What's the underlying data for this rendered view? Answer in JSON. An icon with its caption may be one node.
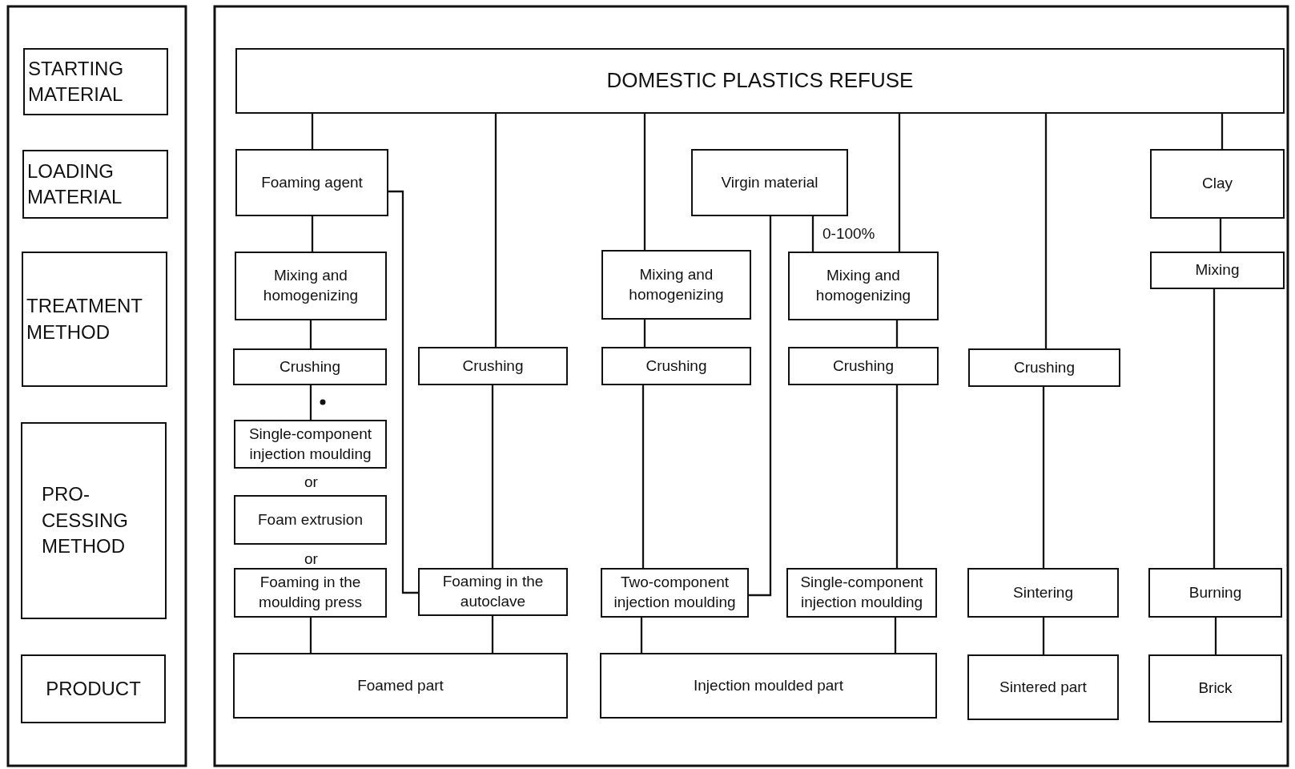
{
  "diagram": {
    "nodes": [
      {
        "text": [
          "STARTING MATERIAL"
        ]
      },
      {
        "text": [
          "LOADING MATERIAL"
        ]
      },
      {
        "text": [
          "TREATMENT METHOD"
        ]
      },
      {
        "text": [
          "PRO- CESSING METHOD"
        ]
      },
      {
        "text": [
          "PRODUCT"
        ]
      },
      {
        "text": [
          "DOMESTIC PLASTICS REFUSE"
        ]
      },
      {
        "text": [
          "Foaming agent"
        ]
      },
      {
        "text": [
          "Virgin material"
        ]
      },
      {
        "text": [
          "Clay"
        ]
      },
      {
        "text": [
          "Mixing and homogenizing"
        ]
      },
      {
        "text": [
          "Mixing and homogenizing"
        ]
      },
      {
        "text": [
          "Mixing and homogenizing"
        ]
      },
      {
        "text": [
          "Mixing"
        ]
      },
      {
        "text": [
          "Crushing"
        ]
      },
      {
        "text": [
          "Crushing"
        ]
      },
      {
        "text": [
          "Crushing"
        ]
      },
      {
        "text": [
          "Crushing"
        ]
      },
      {
        "text": [
          "Crushing"
        ]
      },
      {
        "text": [
          "Single-component injection moulding"
        ]
      },
      {
        "text": [
          "Foam extrusion"
        ]
      },
      {
        "text": [
          "Foaming in the moulding press"
        ]
      },
      {
        "text": [
          "Foaming in the autoclave"
        ]
      },
      {
        "text": [
          "Two-component injection moulding"
        ]
      },
      {
        "text": [
          "Single-component injection moulding"
        ]
      },
      {
        "text": [
          "Sintering"
        ]
      },
      {
        "text": [
          "Burning"
        ]
      },
      {
        "text": [
          "Foamed part"
        ]
      },
      {
        "text": [
          "Injection moulded part"
        ]
      },
      {
        "text": [
          "Sintered part"
        ]
      },
      {
        "text": [
          "Brick"
        ]
      }
    ],
    "edges": [
      {
        "from": 5,
        "to": 6,
        "arrow": "none"
      },
      {
        "from": 6,
        "to": 9,
        "arrow": "none"
      },
      {
        "from": 9,
        "to": 13,
        "arrow": "none"
      },
      {
        "from": 13,
        "to": 18,
        "arrow": "none"
      },
      {
        "from": 6,
        "to": 21,
        "arrow": "none"
      },
      {
        "from": 5,
        "to": 14,
        "arrow": "none"
      },
      {
        "from": 14,
        "to": 21,
        "arrow": "none"
      },
      {
        "from": 5,
        "to": 10,
        "arrow": "none"
      },
      {
        "from": 10,
        "to": 15,
        "arrow": "none"
      },
      {
        "from": 15,
        "to": 22,
        "arrow": "none"
      },
      {
        "from": 7,
        "to": 22,
        "arrow": "none"
      },
      {
        "from": 7,
        "to": 11,
        "arrow": "none",
        "label": "0-100%"
      },
      {
        "from": 5,
        "to": 11,
        "arrow": "none"
      },
      {
        "from": 11,
        "to": 16,
        "arrow": "none"
      },
      {
        "from": 16,
        "to": 23,
        "arrow": "none"
      },
      {
        "from": 5,
        "to": 17,
        "arrow": "none"
      },
      {
        "from": 17,
        "to": 24,
        "arrow": "none"
      },
      {
        "from": 5,
        "to": 8,
        "arrow": "none"
      },
      {
        "from": 8,
        "to": 12,
        "arrow": "none"
      },
      {
        "from": 12,
        "to": 25,
        "arrow": "none"
      },
      {
        "from": 20,
        "to": 26,
        "arrow": "none"
      },
      {
        "from": 21,
        "to": 26,
        "arrow": "none"
      },
      {
        "from": 22,
        "to": 27,
        "arrow": "none"
      },
      {
        "from": 23,
        "to": 27,
        "arrow": "none"
      },
      {
        "from": 24,
        "to": 28,
        "arrow": "none"
      },
      {
        "from": 25,
        "to": 29,
        "arrow": "none"
      }
    ],
    "labels": [
      "or",
      "or"
    ]
  }
}
